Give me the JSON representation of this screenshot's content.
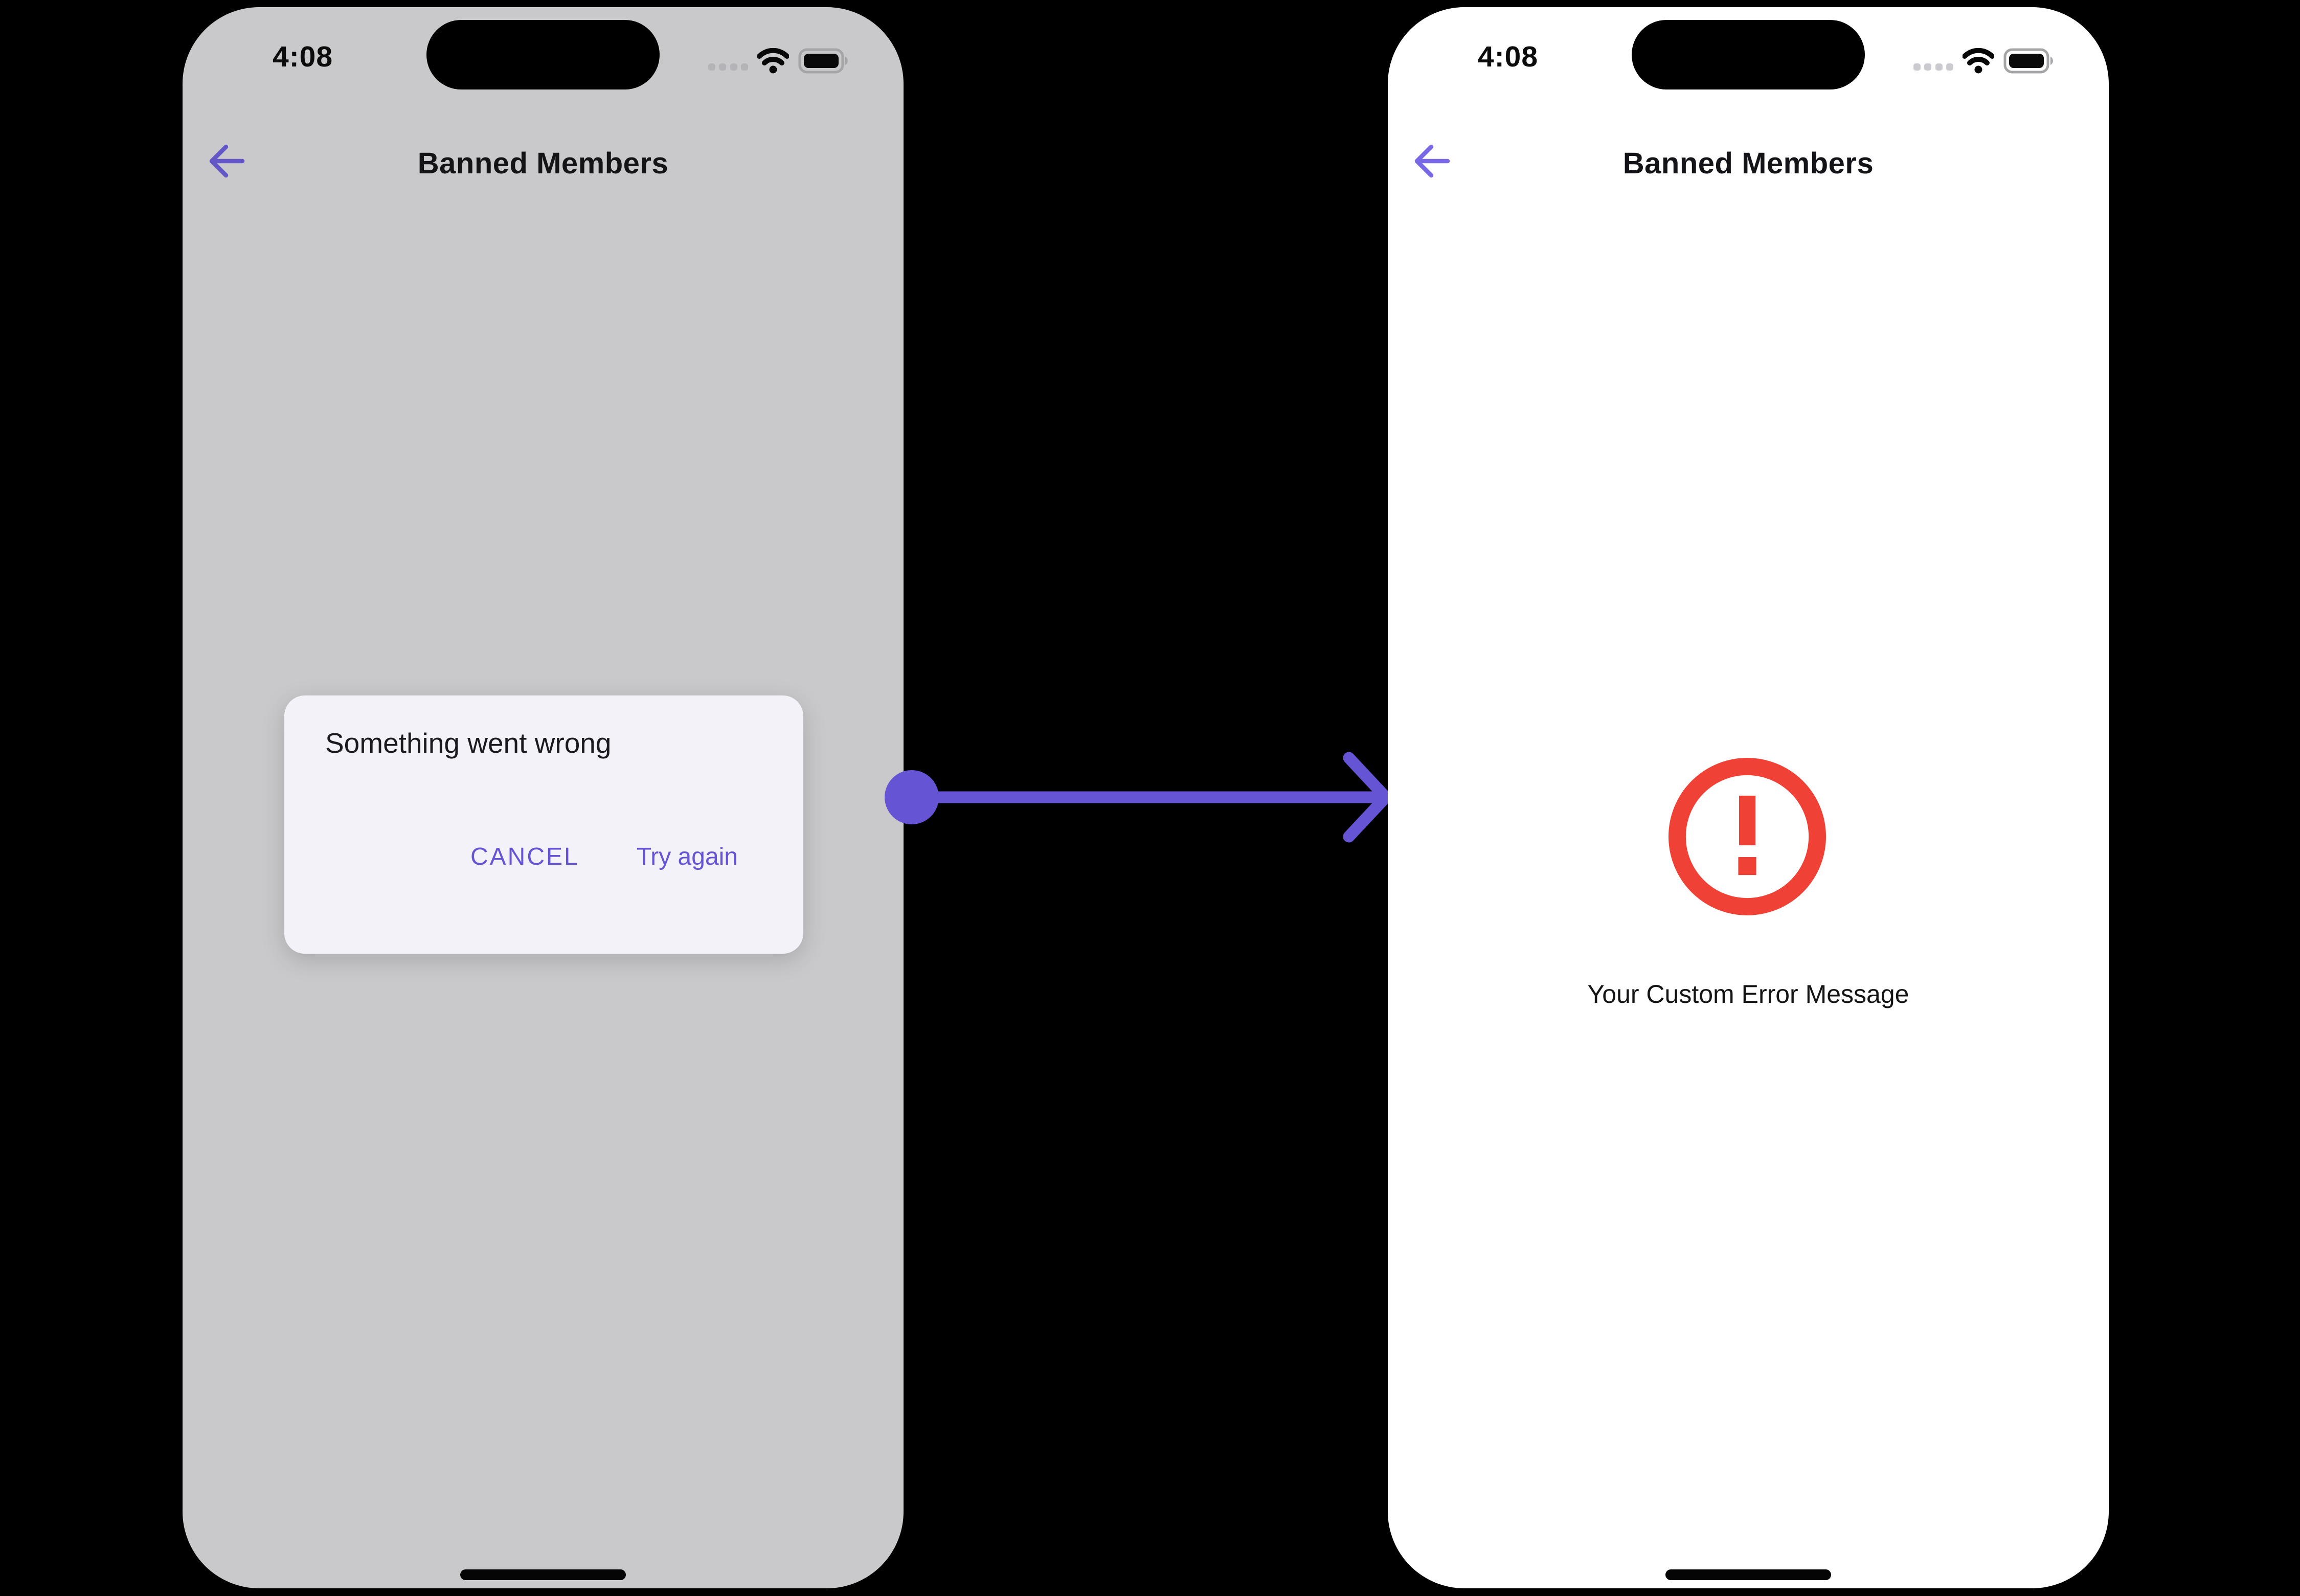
{
  "left_phone": {
    "state": "error-dialog-shown",
    "status_bar": {
      "time": "4:08"
    },
    "header": {
      "title": "Banned Members"
    },
    "dialog": {
      "title": "Something went wrong",
      "cancel_label": "CANCEL",
      "try_again_label": "Try again"
    }
  },
  "right_phone": {
    "state": "custom-error-view",
    "status_bar": {
      "time": "4:08"
    },
    "header": {
      "title": "Banned Members"
    },
    "error": {
      "message": "Your Custom Error Message"
    }
  },
  "icons": {
    "back": "back-arrow-icon",
    "cellular": "cellular-signal-icon",
    "wifi": "wifi-icon",
    "battery": "battery-icon",
    "dynamic_island": "dynamic-island",
    "home": "home-indicator",
    "error": "error-exclamation-icon",
    "flow": "flow-arrow-icon"
  },
  "colors": {
    "accent_purple": "#6554D4",
    "back_arrow_left": "#6356C6",
    "back_arrow_right": "#7968E6",
    "error_red": "#EF4136",
    "dimmed_screen_bg": "#C9C8CA",
    "dialog_bg": "#F4F2F9",
    "screen_bg": "#FFFFFF",
    "text_primary": "#1B1A1F",
    "page_background": "#000000"
  }
}
